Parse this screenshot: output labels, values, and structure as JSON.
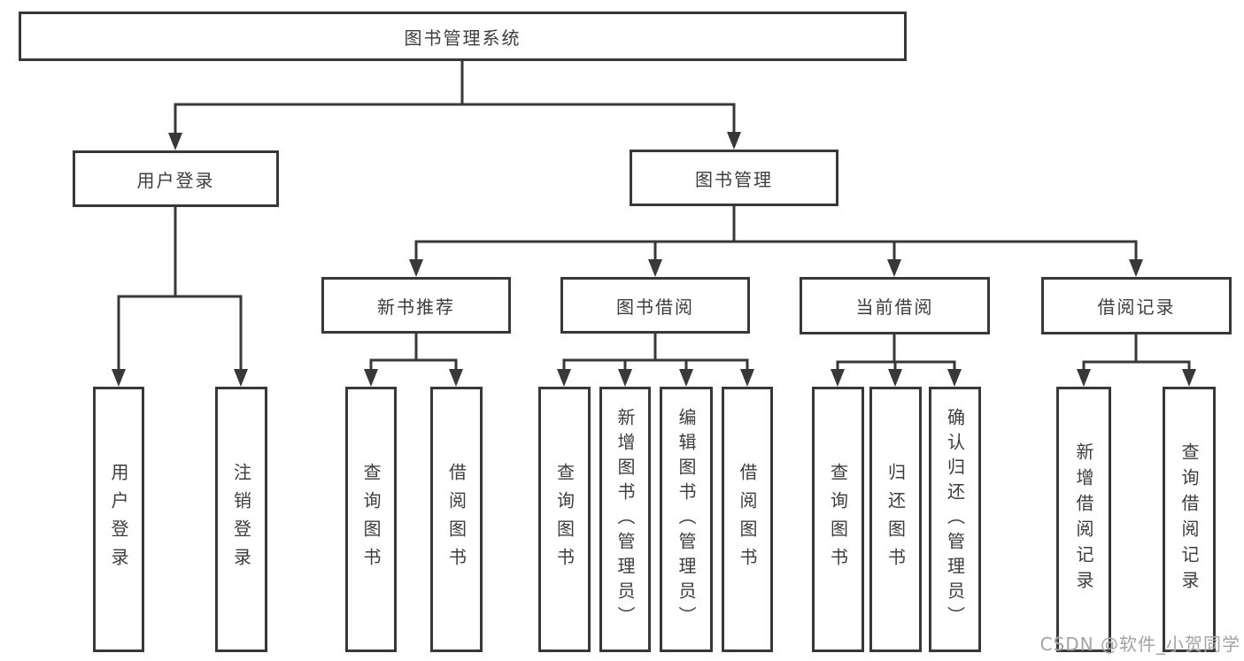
{
  "diagram": {
    "root": "图书管理系统",
    "branches": [
      {
        "label": "用户登录",
        "children": [
          "用户登录",
          "注销登录"
        ]
      },
      {
        "label": "图书管理",
        "sections": [
          {
            "label": "新书推荐",
            "children": [
              "查询图书",
              "借阅图书"
            ]
          },
          {
            "label": "图书借阅",
            "children": [
              "查询图书",
              "新增图书（管理员）",
              "编辑图书（管理员）",
              "借阅图书"
            ]
          },
          {
            "label": "当前借阅",
            "children": [
              "查询图书",
              "归还图书",
              "确认归还（管理员）"
            ]
          },
          {
            "label": "借阅记录",
            "children": [
              "新增借阅记录",
              "查询借阅记录"
            ]
          }
        ]
      }
    ]
  },
  "watermark": "CSDN @软件_小贺同学"
}
